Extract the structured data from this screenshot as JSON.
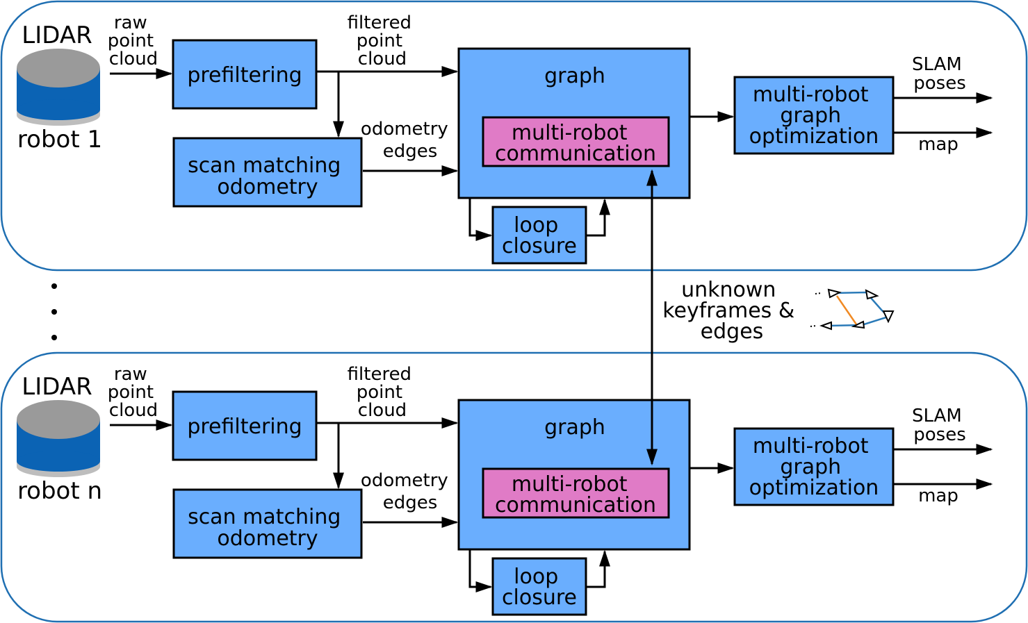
{
  "robots": [
    {
      "sensor_label": "LIDAR",
      "robot_label": "robot 1",
      "raw_label": [
        "raw",
        "point",
        "cloud"
      ],
      "filtered_label": [
        "filtered",
        "point",
        "cloud"
      ],
      "odometry_label": [
        "odometry",
        "edges"
      ],
      "prefiltering": "prefiltering",
      "scan_matching": [
        "scan matching",
        "odometry"
      ],
      "graph": "graph",
      "communication": [
        "multi-robot",
        "communication"
      ],
      "loop_closure": [
        "loop",
        "closure"
      ],
      "optimization": [
        "multi-robot",
        "graph",
        "optimization"
      ],
      "output_poses": [
        "SLAM",
        "poses"
      ],
      "output_map": "map"
    },
    {
      "sensor_label": "LIDAR",
      "robot_label": "robot n",
      "raw_label": [
        "raw",
        "point",
        "cloud"
      ],
      "filtered_label": [
        "filtered",
        "point",
        "cloud"
      ],
      "odometry_label": [
        "odometry",
        "edges"
      ],
      "prefiltering": "prefiltering",
      "scan_matching": [
        "scan matching",
        "odometry"
      ],
      "graph": "graph",
      "communication": [
        "multi-robot",
        "communication"
      ],
      "loop_closure": [
        "loop",
        "closure"
      ],
      "optimization": [
        "multi-robot",
        "graph",
        "optimization"
      ],
      "output_poses": [
        "SLAM",
        "poses"
      ],
      "output_map": "map"
    }
  ],
  "exchange_label": [
    "unknown",
    "keyframes &",
    "edges"
  ],
  "colors": {
    "panel_border": "#1f6fb2",
    "box_fill": "#6aaefe",
    "communication_fill": "#e07bc6",
    "lidar_top": "#9a9a9a",
    "lidar_band": "#0b63b4",
    "edge_orange": "#f08a24",
    "edge_blue": "#2a7ab8"
  }
}
